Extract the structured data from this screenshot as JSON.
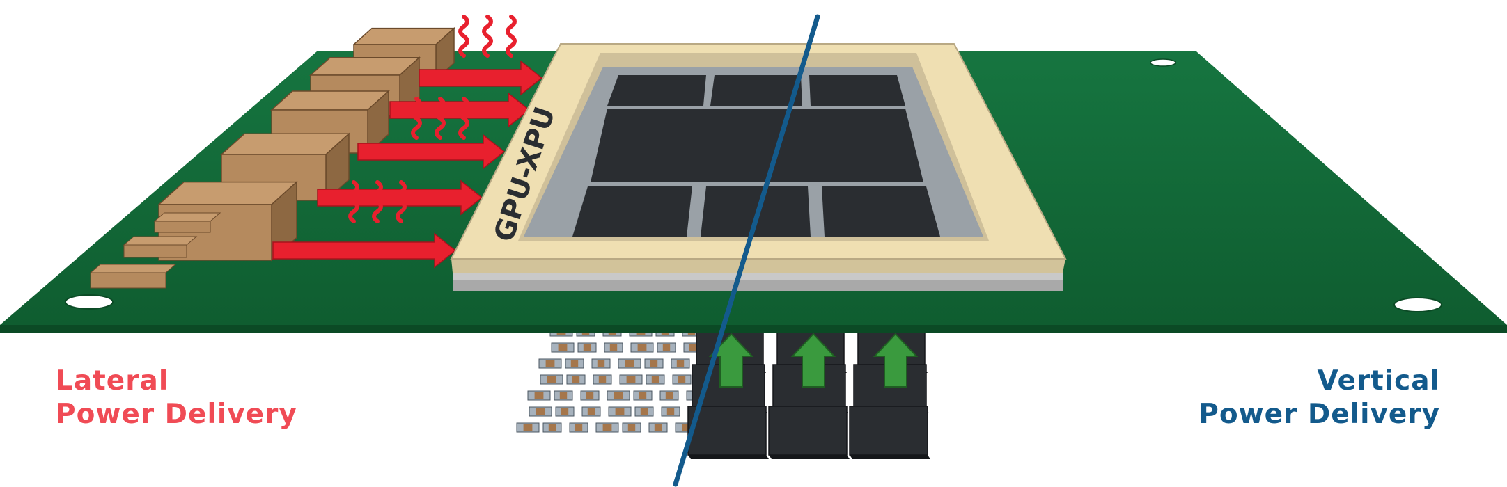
{
  "chip": {
    "label": "GPU-XPU"
  },
  "lateral": {
    "line1": "Lateral",
    "line2": "Power Delivery"
  },
  "vertical": {
    "line1": "Vertical",
    "line2": "Power Delivery"
  },
  "colors": {
    "board": "#136a36",
    "board_edge": "#0b4a25",
    "package_frame": "#efdfb2",
    "package_side": "#d2c39a",
    "heat_arrow": "#e8202e",
    "heat_wave": "#e8202e",
    "power_arrow": "#3a9a3e",
    "die": "#2a2d31",
    "lid": "#9aa1a7",
    "inductor": "#b58a5e",
    "lateral_text": "#f04b55",
    "vertical_text": "#135a8c",
    "divider_line": "#135a8c"
  },
  "icons": [
    "heat-wave-icon",
    "heat-arrow-icon",
    "power-up-arrow-icon"
  ]
}
